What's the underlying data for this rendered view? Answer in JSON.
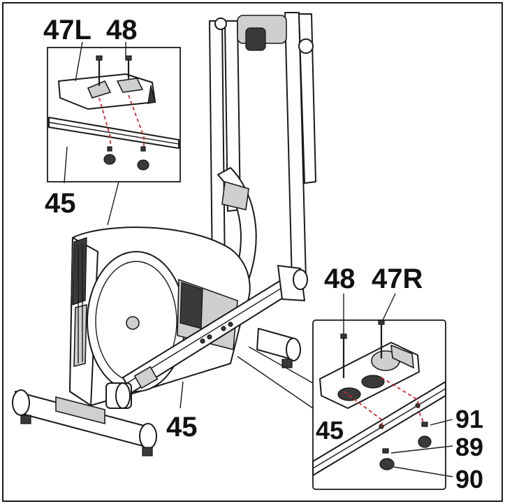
{
  "figure": {
    "labels": {
      "inset_top_pedal": "47L",
      "inset_top_bolt": "48",
      "inset_top_rail": "45",
      "main_rail": "45",
      "inset_bottom_bolt": "48",
      "inset_bottom_pedal": "47R",
      "inset_bottom_rail": "45",
      "inset_bottom_washer": "91",
      "inset_bottom_lockwasher": "89",
      "inset_bottom_nut": "90"
    }
  }
}
